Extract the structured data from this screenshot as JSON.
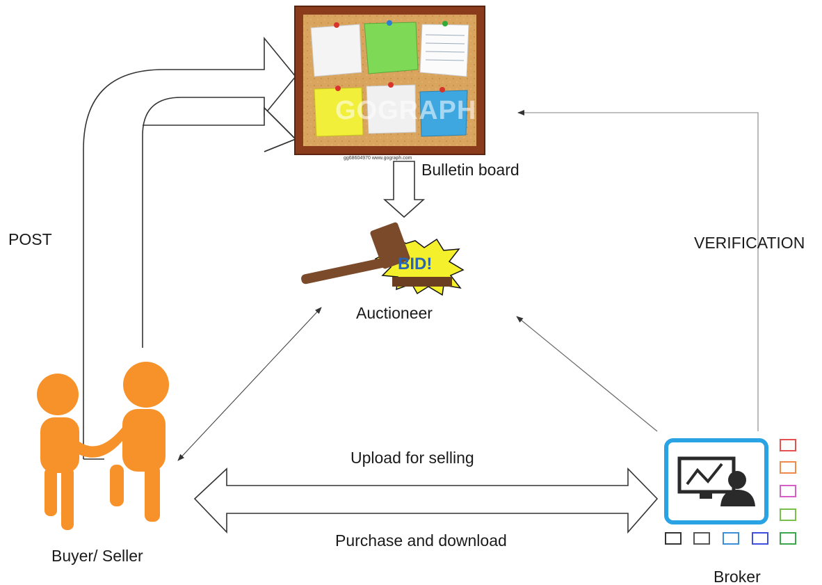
{
  "labels": {
    "post": "POST",
    "verification": "VERIFICATION",
    "bulletin_board": "Bulletin board",
    "auctioneer": "Auctioneer",
    "buyer_seller": "Buyer/ Seller",
    "broker": "Broker",
    "upload_for_selling": "Upload for selling",
    "purchase_and_download": "Purchase and download"
  },
  "board": {
    "watermark": "GOGRAPH",
    "footer": "gg68604970  www.gograph.com"
  },
  "auctioneer_icon": {
    "sign_text": "BID!"
  },
  "colors": {
    "frame": "#8a3b1c",
    "cork": "#d9a45e",
    "note_yellow": "#f2ef3a",
    "note_green": "#7ed957",
    "note_blue": "#3fa7e0",
    "person": "#f7922b",
    "broker_border": "#29a3e3",
    "gavel": "#7a4a2a",
    "starburst": "#f4f02b"
  }
}
